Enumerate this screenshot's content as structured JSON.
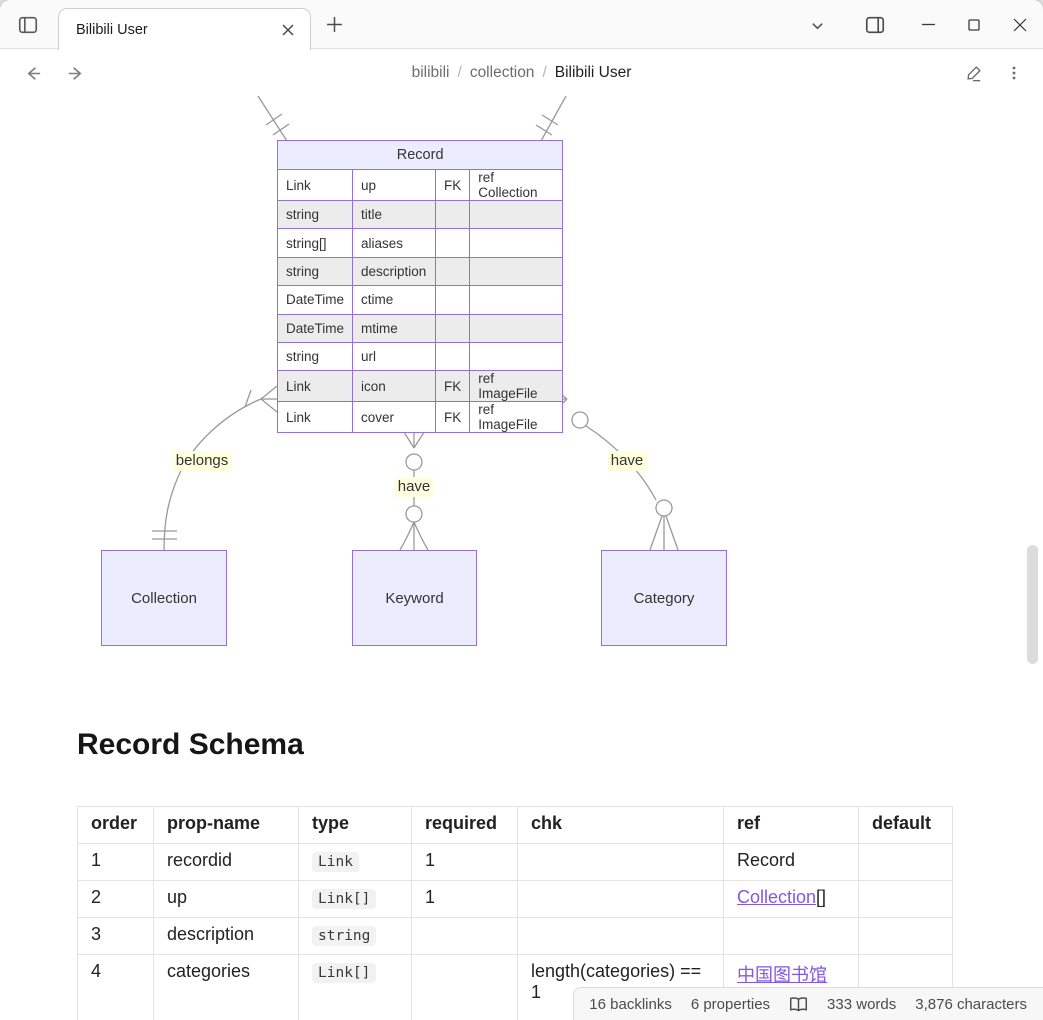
{
  "window": {
    "tab_title": "Bilibili User",
    "breadcrumb": {
      "item1": "bilibili",
      "item2": "collection",
      "item3": "Bilibili User",
      "separator": "/"
    }
  },
  "diagram": {
    "record": {
      "name": "Record",
      "rows": [
        {
          "type": "Link",
          "name": "up",
          "key": "FK",
          "comment": "ref Collection"
        },
        {
          "type": "string",
          "name": "title",
          "key": "",
          "comment": ""
        },
        {
          "type": "string[]",
          "name": "aliases",
          "key": "",
          "comment": ""
        },
        {
          "type": "string",
          "name": "description",
          "key": "",
          "comment": ""
        },
        {
          "type": "DateTime",
          "name": "ctime",
          "key": "",
          "comment": ""
        },
        {
          "type": "DateTime",
          "name": "mtime",
          "key": "",
          "comment": ""
        },
        {
          "type": "string",
          "name": "url",
          "key": "",
          "comment": ""
        },
        {
          "type": "Link",
          "name": "icon",
          "key": "FK",
          "comment": "ref ImageFile"
        },
        {
          "type": "Link",
          "name": "cover",
          "key": "FK",
          "comment": "ref ImageFile"
        }
      ]
    },
    "entities": {
      "left": "Collection",
      "middle": "Keyword",
      "right": "Category"
    },
    "relationships": {
      "left_label": "belongs",
      "middle_label": "have",
      "right_label": "have"
    },
    "colors": {
      "entity_fill": "#ECECFF",
      "entity_border": "#9370DB",
      "row_alt": "#ececec",
      "line": "#999999",
      "label_bg": "#ffffde"
    }
  },
  "section": {
    "heading": "Record Schema"
  },
  "schema_table": {
    "headers": {
      "c1": "order",
      "c2": "prop-name",
      "c3": "type",
      "c4": "required",
      "c5": "chk",
      "c6": "ref",
      "c7": "default"
    },
    "rows": [
      {
        "order": "1",
        "prop": "recordid",
        "type": "Link",
        "required": "1",
        "chk": "",
        "ref": "Record",
        "ref_suffix": ""
      },
      {
        "order": "2",
        "prop": "up",
        "type": "Link[]",
        "required": "1",
        "chk": "",
        "ref": "Collection",
        "ref_suffix": "[]"
      },
      {
        "order": "3",
        "prop": "description",
        "type": "string",
        "required": "",
        "chk": "",
        "ref": "",
        "ref_suffix": ""
      },
      {
        "order": "4",
        "prop": "categories",
        "type": "Link[]",
        "required": "",
        "chk": "length(categories) == 1",
        "ref": "中国图书馆",
        "ref_suffix": ""
      }
    ]
  },
  "status_bar": {
    "backlinks": "16 backlinks",
    "properties": "6 properties",
    "words": "333 words",
    "characters": "3,876 characters"
  }
}
